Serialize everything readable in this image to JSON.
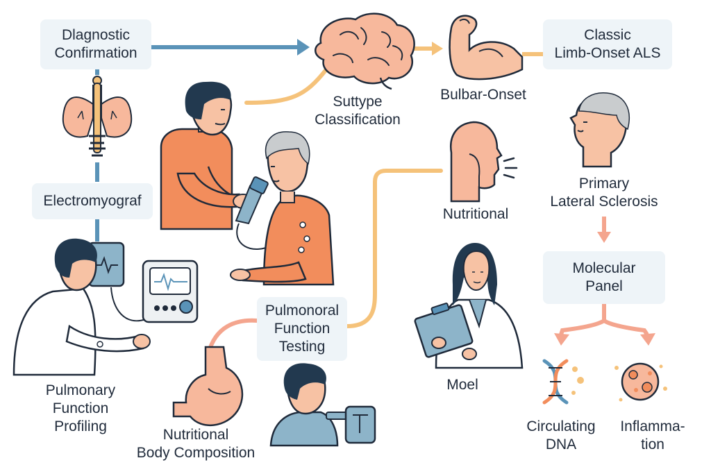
{
  "nodes": {
    "diagnostic_confirmation": [
      "Dlagnostic",
      "Confirmation"
    ],
    "subtype_classification": [
      "Suttype",
      "Classification"
    ],
    "bulbar_onset": "Bulbar-Onset",
    "classic_limb_onset": [
      "Classic",
      "Limb-Onset ALS"
    ],
    "electromyograf": "Electromyograf",
    "nutritional": "Nutritional",
    "primary_lateral_sclerosis": [
      "Primary",
      "Lateral Sclerosis"
    ],
    "molecular_panel": [
      "Molecular",
      "Panel"
    ],
    "pulmonoral_function_testing": [
      "Pulmonoral",
      "Function",
      "Testing"
    ],
    "moel": "Moel",
    "pulmonary_function_profiling": [
      "Pulmonary",
      "Function",
      "Profiling"
    ],
    "nutritional_body_composition": [
      "Nutritional",
      "Body Composition"
    ],
    "circulating_dna": [
      "Circulating",
      "DNA"
    ],
    "inflammation": [
      "Inflamma-",
      "tion"
    ]
  },
  "colors": {
    "arrow_blue": "#5a93b8",
    "arrow_orange": "#f5c27a",
    "arrow_salmon": "#f4a58e",
    "skin": "#f7c2a4",
    "organ": "#f7b89c",
    "shirt_orange": "#f28d5c",
    "hair_dark": "#22394f",
    "hair_gray": "#c9ccce",
    "device_blue": "#8db4c9",
    "box_bg": "#eef4f8",
    "text": "#1f2a3a"
  },
  "icons": [
    "lungs-icon",
    "brain-icon",
    "flexed-arm-icon",
    "ecg-monitor-icon",
    "stethoscope-monitor-icon",
    "head-profile-icon",
    "stomach-icon",
    "clipboard-icon",
    "dna-icon",
    "inflamed-cell-icon",
    "spirometer-icon"
  ]
}
